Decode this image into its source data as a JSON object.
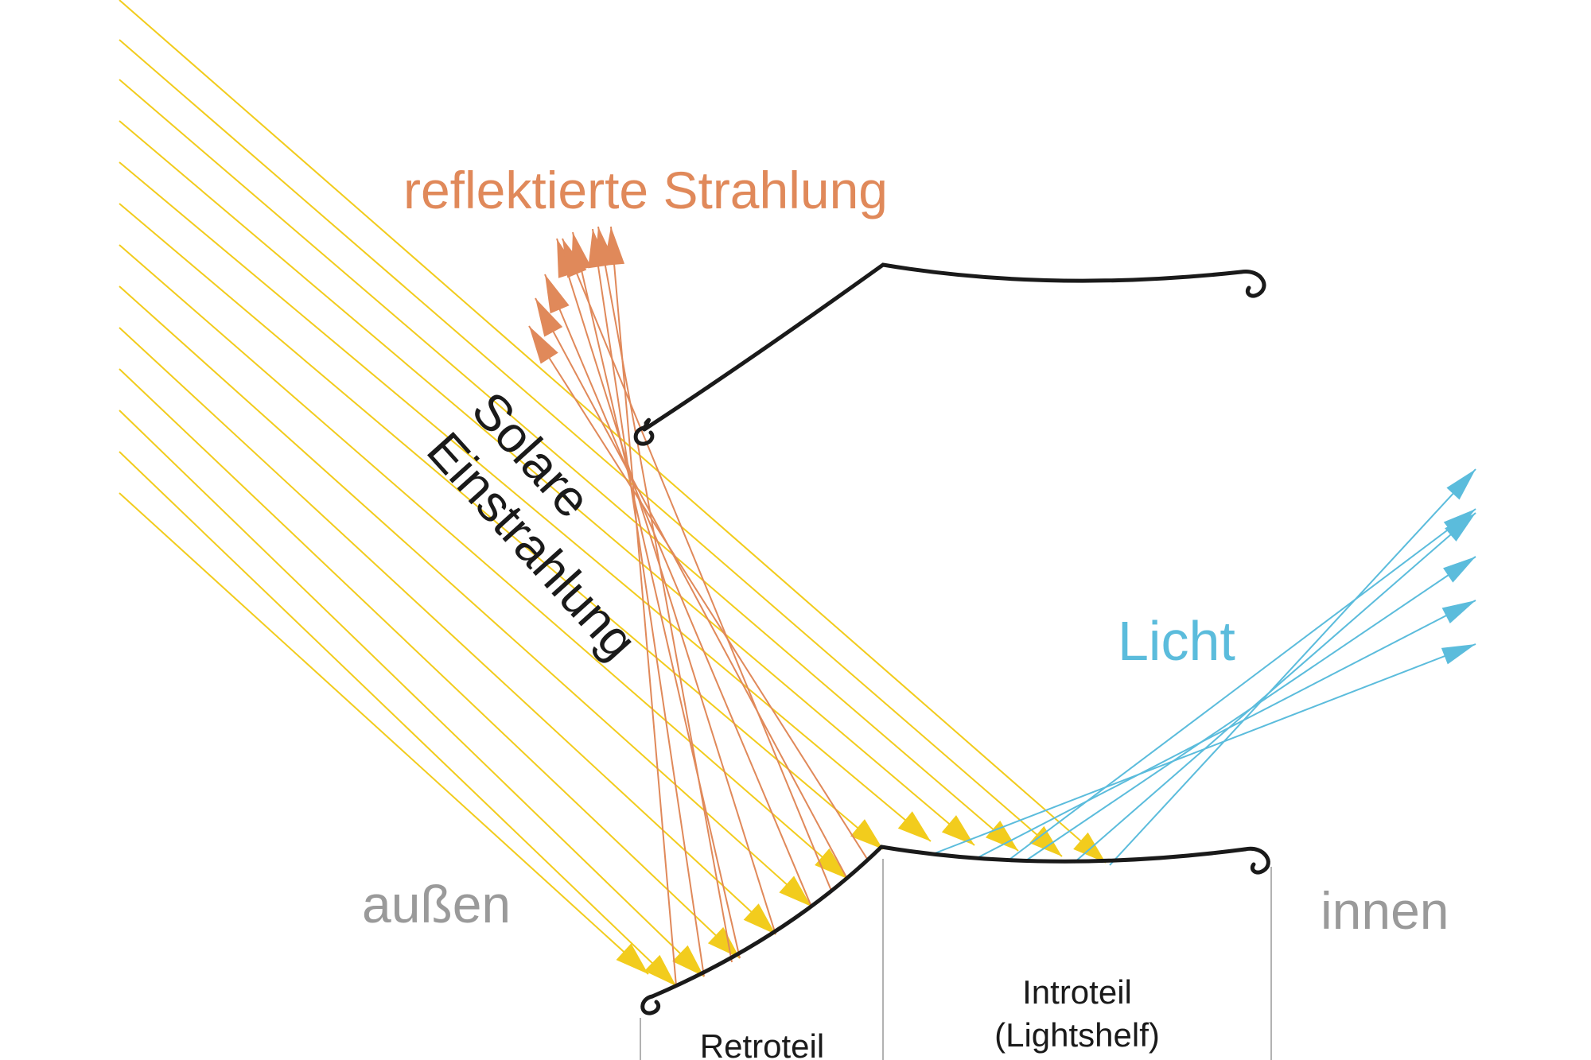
{
  "labels": {
    "reflected": "reflektierte Strahlung",
    "solar_line1": "Solare",
    "solar_line2": "Einstrahlung",
    "light": "Licht",
    "outside": "außen",
    "inside": "innen",
    "retro": "Retroteil",
    "intro_line1": "Introteil",
    "intro_line2": "(Lightshelf)"
  },
  "colors": {
    "incident": "#f2cc1d",
    "reflected": "#e0895a",
    "light": "#5bbcdc",
    "profile": "#1a1a1a",
    "divider": "#999999",
    "text_gray": "#9a9a9a"
  }
}
